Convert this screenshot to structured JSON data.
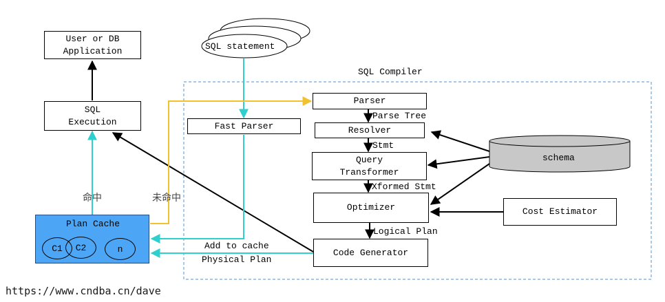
{
  "colors": {
    "cyan": "#2fcfcf",
    "orange": "#f2c12e",
    "dashed_border": "#6fa8dc",
    "plan_cache_fill": "#4da6f5",
    "schema_fill": "#c8c8c8"
  },
  "nodes": {
    "user_app": "User or DB\nApplication",
    "sql_execution": "SQL\nExecution",
    "sql_statement": "SQL statement",
    "fast_parser": "Fast Parser",
    "parser": "Parser",
    "resolver": "Resolver",
    "query_transformer": "Query\nTransformer",
    "optimizer": "Optimizer",
    "code_generator": "Code Generator",
    "schema": "schema",
    "cost_estimator": "Cost Estimator",
    "plan_cache": "Plan Cache",
    "c1": "C1",
    "c2": "C2",
    "n": "n"
  },
  "labels": {
    "sql_compiler": "SQL Compiler",
    "parse_tree": "Parse Tree",
    "stmt": "Stmt",
    "xformed_stmt": "Xformed Stmt",
    "logical_plan": "Logical Plan",
    "add_to_cache": "Add to cache",
    "physical_plan": "Physical Plan",
    "hit": "命中",
    "miss": "未命中"
  },
  "footer": {
    "url": "https://www.cndba.cn/dave"
  }
}
